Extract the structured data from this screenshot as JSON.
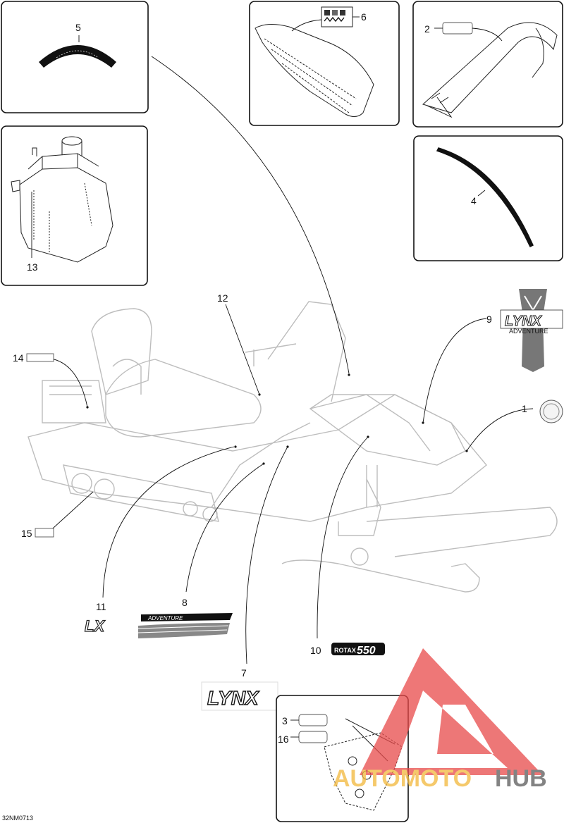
{
  "diagram": {
    "ref_code": "32NM0713",
    "callouts": {
      "c1": "1",
      "c2": "2",
      "c3": "3",
      "c4": "4",
      "c5": "5",
      "c6": "6",
      "c7": "7",
      "c8": "8",
      "c9": "9",
      "c10": "10",
      "c11": "11",
      "c12": "12",
      "c13": "13",
      "c14": "14",
      "c15": "15",
      "c16": "16"
    },
    "decals": {
      "lynx_logo": "LYNX",
      "lynx_badge": "LYNX",
      "adventure_text": "ADVENTURE",
      "rotax_text": "ROTAX",
      "engine_number": "550",
      "lx_text": "LX"
    }
  },
  "watermark": {
    "part1": "AUTOMOTO",
    "part2": "HUB",
    "color1": "#f2b83a",
    "color2": "#5a5a5a",
    "logo_color": "#e84a4a"
  }
}
